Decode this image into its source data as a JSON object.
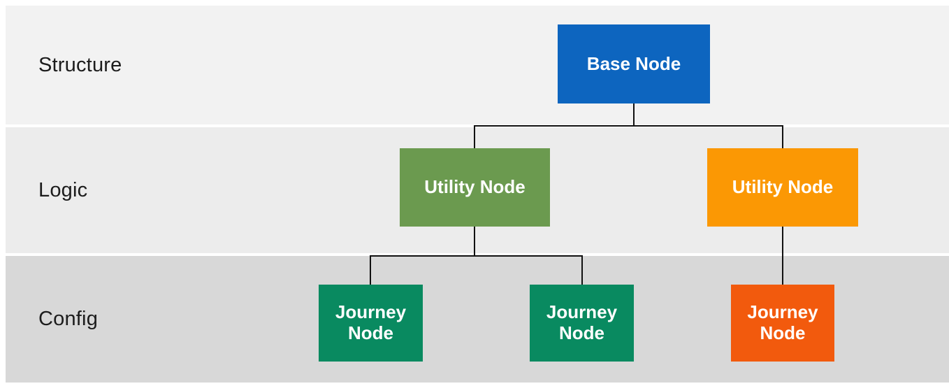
{
  "diagram": {
    "layers": [
      {
        "label": "Structure",
        "background": "#f2f2f2"
      },
      {
        "label": "Logic",
        "background": "#ececec"
      },
      {
        "label": "Config",
        "background": "#d8d8d8"
      }
    ],
    "nodes": {
      "base": {
        "label": "Base Node",
        "color": "#0d65bf",
        "layer": "Structure"
      },
      "utility_left": {
        "label": "Utility Node",
        "color": "#6b9a4f",
        "layer": "Logic"
      },
      "utility_right": {
        "label": "Utility Node",
        "color": "#fb9804",
        "layer": "Logic"
      },
      "journey_left": {
        "label": "Journey Node",
        "color": "#098a60",
        "layer": "Config"
      },
      "journey_center": {
        "label": "Journey Node",
        "color": "#098a60",
        "layer": "Config"
      },
      "journey_right": {
        "label": "Journey Node",
        "color": "#f25a0d",
        "layer": "Config"
      }
    },
    "edges": [
      [
        "base",
        "utility_left"
      ],
      [
        "base",
        "utility_right"
      ],
      [
        "utility_left",
        "journey_left"
      ],
      [
        "utility_left",
        "journey_center"
      ],
      [
        "utility_right",
        "journey_right"
      ]
    ],
    "connector_color": "#111111",
    "node_text_color": "#ffffff"
  }
}
